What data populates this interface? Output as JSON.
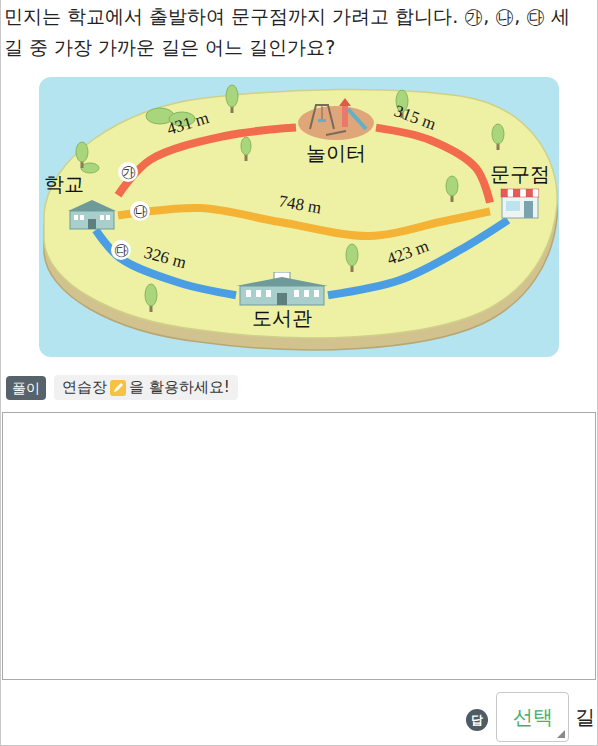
{
  "diagram": {
    "title": "민지는 학교에서 출발하여 문구점까지 가려고 합니다. ㉮, ㉯, ㉰ 세 길 중 가장 가까운 길은 어느 길인가요?",
    "nodes": [
      {
        "text": [
          "학교"
        ]
      },
      {
        "text": [
          "놀이터"
        ]
      },
      {
        "text": [
          "문구점"
        ]
      },
      {
        "text": [
          "도서관"
        ]
      },
      {
        "text": [
          "풀이"
        ]
      },
      {
        "text": [
          "연습장",
          "을 활용하세요!"
        ]
      },
      {
        "text": [
          "답"
        ]
      },
      {
        "text": [
          "선택"
        ]
      }
    ],
    "edges": [
      {
        "from": 0,
        "to": 1,
        "label": "431 m",
        "arrow": "none"
      },
      {
        "from": 1,
        "to": 2,
        "label": "315 m",
        "arrow": "none"
      },
      {
        "from": 0,
        "to": 2,
        "label": "748 m",
        "arrow": "none"
      },
      {
        "from": 0,
        "to": 3,
        "label": "326 m",
        "arrow": "none"
      },
      {
        "from": 3,
        "to": 2,
        "label": "423 m",
        "arrow": "none"
      }
    ],
    "labels": [
      "㉮",
      "㉯",
      "㉰",
      "길"
    ]
  }
}
